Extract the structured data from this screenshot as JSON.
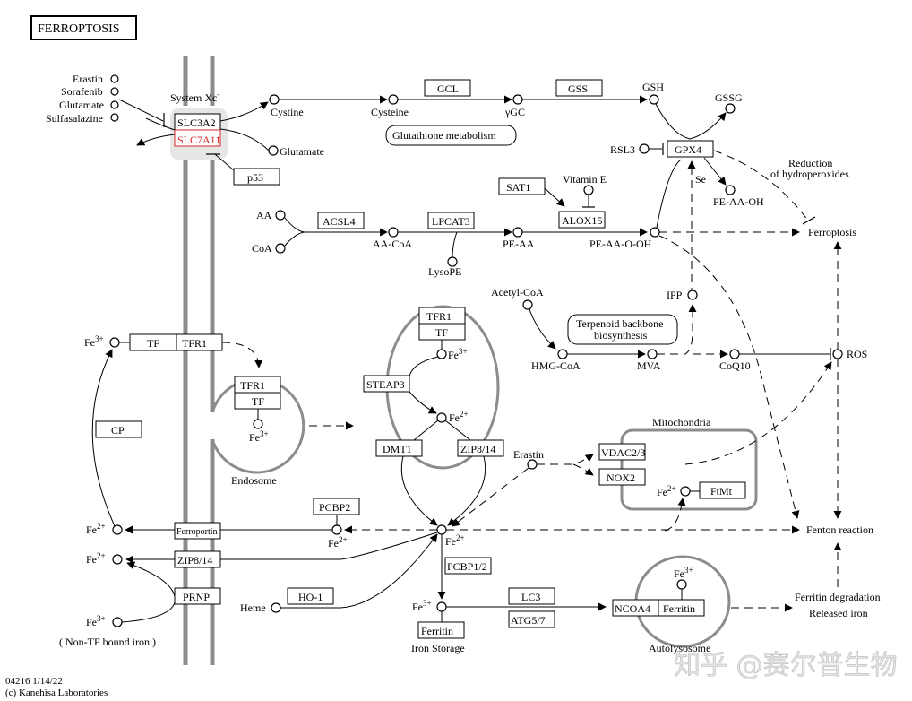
{
  "title": "FERROPTOSIS",
  "footer": {
    "map_id_date": "04216 1/14/22",
    "copyright": "(c) Kanehisa Laboratories"
  },
  "watermark": "知乎 @赛尔普生物",
  "colors": {
    "highlight_gene": "#d9262b",
    "membrane": "#8c8c8c",
    "transporter_bg": "#e6e6e6"
  },
  "system_xc": {
    "label": "System Xc",
    "label_sup": "-",
    "genes": [
      "SLC3A2",
      "SLC7A11"
    ],
    "highlighted": "SLC7A11",
    "inhibitors": [
      "Erastin",
      "Sorafenib",
      "Glutamate",
      "Sulfasalazine"
    ]
  },
  "genes": {
    "gcl": "GCL",
    "gss": "GSS",
    "gpx4": "GPX4",
    "p53": "p53",
    "acsl4": "ACSL4",
    "lpcat3": "LPCAT3",
    "sat1": "SAT1",
    "alox15": "ALOX15",
    "tf": "TF",
    "tfr1": "TFR1",
    "cp": "CP",
    "steap3": "STEAP3",
    "dmt1": "DMT1",
    "zip814": "ZIP8/14",
    "vdac23": "VDAC2/3",
    "nox2": "NOX2",
    "ftmt": "FtMt",
    "pcbp2": "PCBP2",
    "ferroportin": "Ferroportin",
    "prnp": "PRNP",
    "ho1": "HO-1",
    "pcbp12": "PCBP1/2",
    "ferritin": "Ferritin",
    "lc3": "LC3",
    "atg57": "ATG5/7",
    "ncoa4": "NCOA4"
  },
  "compounds": {
    "cystine": "Cystine",
    "glutamate": "Glutamate",
    "cysteine": "Cysteine",
    "ygc": "γGC",
    "gsh": "GSH",
    "gssg": "GSSG",
    "rsl3": "RSL3",
    "pe_aa_oh": "PE-AA-OH",
    "se": "Se",
    "vitamin_e": "Vitamin E",
    "aa": "AA",
    "coa": "CoA",
    "aa_coa": "AA-CoA",
    "lysope": "LysoPE",
    "pe_aa": "PE-AA",
    "pe_aa_o_oh": "PE-AA-O-OH",
    "acetyl_coa": "Acetyl-CoA",
    "hmg_coa": "HMG-CoA",
    "mva": "MVA",
    "ipp": "IPP",
    "coq10": "CoQ10",
    "ros": "ROS",
    "erastin": "Erastin",
    "heme": "Heme",
    "fe": "Fe",
    "fe3": "3+",
    "fe2": "2+"
  },
  "maps": {
    "glutathione": "Glutathione metabolism",
    "terpenoid_line1": "Terpenoid backbone",
    "terpenoid_line2": "biosynthesis"
  },
  "labels": {
    "reduction_line1": "Reduction",
    "reduction_line2": "of hydroperoxides",
    "ferroptosis": "Ferroptosis",
    "fenton": "Fenton reaction",
    "ferritin_deg_line1": "Ferritin degradation",
    "ferritin_deg_line2": "Released iron",
    "endosome": "Endosome",
    "mitochondria": "Mitochondria",
    "autolysosome": "Autolysosome",
    "iron_storage": "Iron Storage",
    "non_tf_iron": "( Non-TF bound iron )"
  }
}
